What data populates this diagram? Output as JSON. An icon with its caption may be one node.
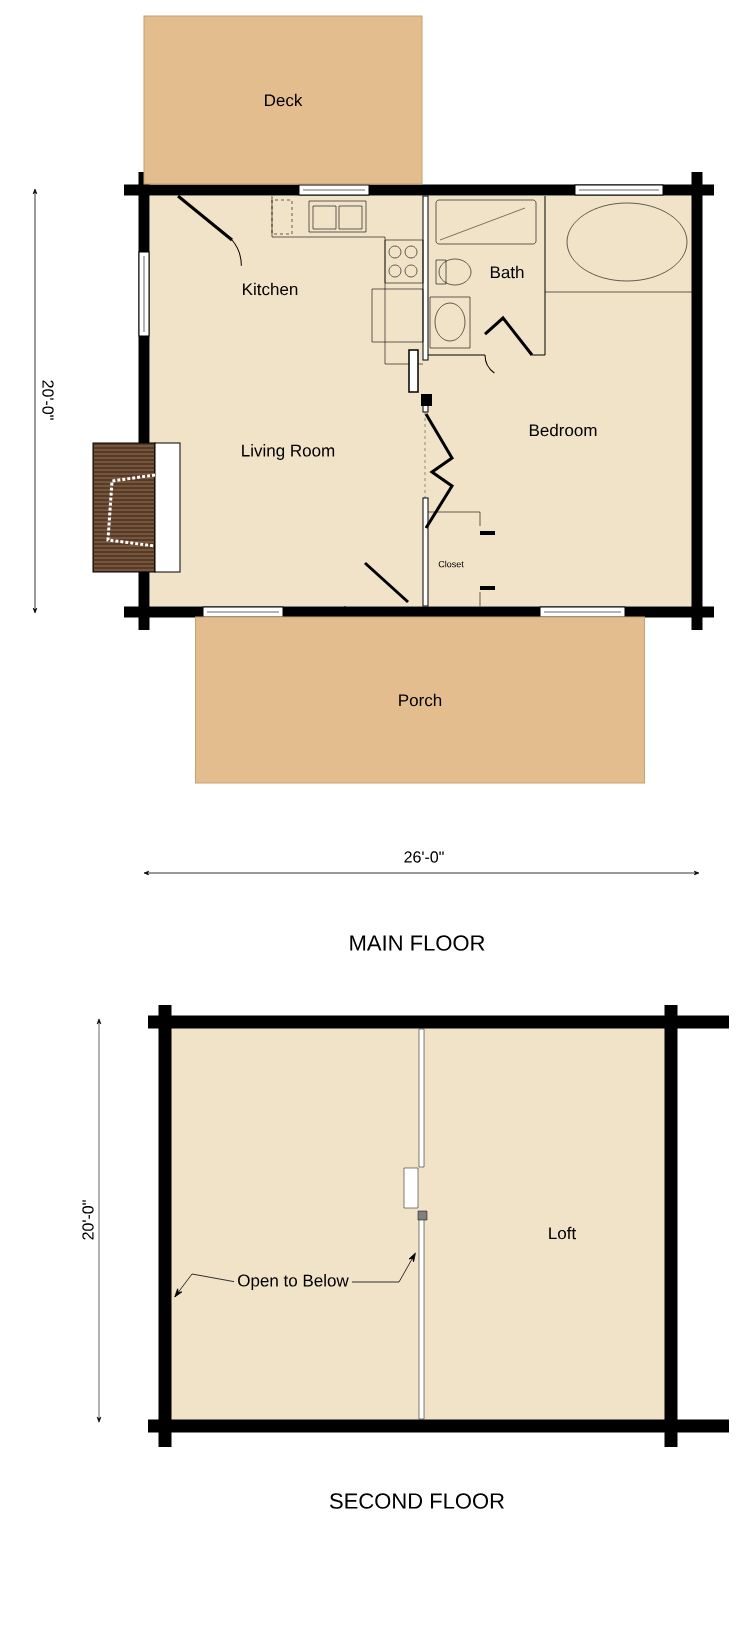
{
  "diagram": {
    "nodes": [
      {
        "text": [
          "Deck"
        ]
      },
      {
        "text": [
          "Kitchen"
        ]
      },
      {
        "text": [
          "Bath"
        ]
      },
      {
        "text": [
          "Living Room"
        ]
      },
      {
        "text": [
          "Bedroom"
        ]
      },
      {
        "text": [
          "Closet"
        ]
      },
      {
        "text": [
          "Porch"
        ]
      },
      {
        "text": [
          "Loft"
        ]
      },
      {
        "text": [
          "Open to Below"
        ]
      }
    ],
    "edges": [
      {
        "from": 8,
        "to": null,
        "arrow": "to"
      },
      {
        "from": 8,
        "to": null,
        "arrow": "to"
      }
    ],
    "labels": [
      "20'-0\"",
      "26'-0\"",
      "MAIN FLOOR",
      "20'-0\"",
      "SECOND FLOOR"
    ]
  }
}
